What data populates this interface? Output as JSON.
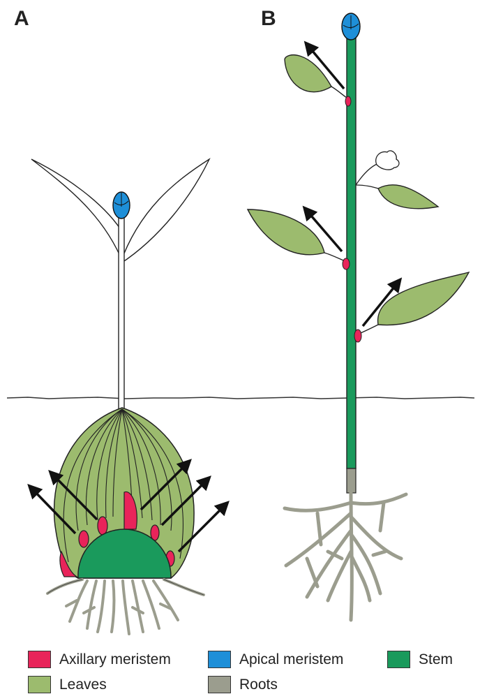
{
  "panels": {
    "a_label": "A",
    "b_label": "B"
  },
  "legend": [
    {
      "key": "axillary",
      "label": "Axillary meristem",
      "color": "#e8245a"
    },
    {
      "key": "apical",
      "label": "Apical meristem",
      "color": "#1e8fd8"
    },
    {
      "key": "stem",
      "label": "Stem",
      "color": "#1a9a5c"
    },
    {
      "key": "leaves",
      "label": "Leaves",
      "color": "#9cbb6e"
    },
    {
      "key": "roots",
      "label": "Roots",
      "color": "#9b9d8e"
    }
  ],
  "colors": {
    "axillary_meristem": "#e8245a",
    "apical_meristem": "#1e8fd8",
    "stem": "#1a9a5c",
    "leaves": "#9cbb6e",
    "roots": "#9b9d8e",
    "outline": "#1f1f1f"
  }
}
